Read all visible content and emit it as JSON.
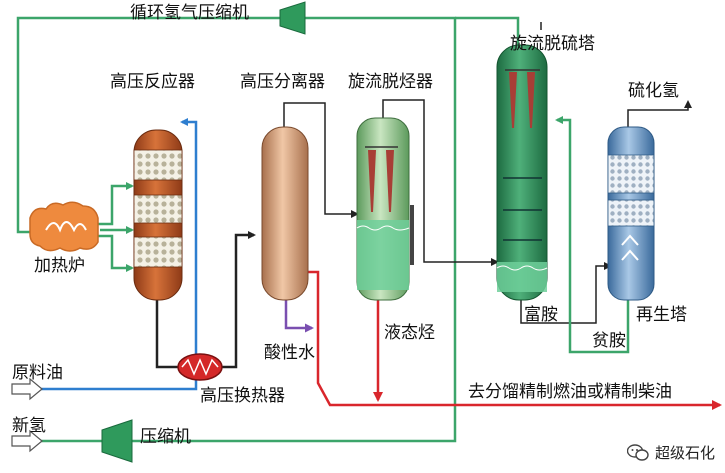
{
  "labels": {
    "recycle_compressor": "循环氢气压缩机",
    "cyclone_desulfurizer": "旋流脱硫塔",
    "hp_reactor": "高压反应器",
    "hp_separator": "高压分离器",
    "cyclone_dehydrocarbon": "旋流脱烃器",
    "h2s": "硫化氢",
    "furnace": "加热炉",
    "rich_amine": "富胺",
    "regenerator": "再生塔",
    "lean_amine": "贫胺",
    "acid_water": "酸性水",
    "liquid_hydrocarbon": "液态烃",
    "feed_oil": "原料油",
    "hp_exchanger": "高压换热器",
    "to_fractionation": "去分馏精制燃油或精制柴油",
    "fresh_h2": "新氢",
    "compressor": "压缩机"
  },
  "watermark": {
    "text": "超级石化",
    "icon": "wechat-icon"
  },
  "colors": {
    "hydrogen_line": "#3ca56a",
    "product_line": "#d9262c",
    "amine_line": "#3ca56a",
    "feed_line": "#2e7ecf",
    "acid_water_line": "#7a4fb0",
    "compressor": "#2f9a5c",
    "reactor": "#b5572a",
    "separator": "#c89a78",
    "dehydrocarbon": "#7cbf7a",
    "desulfurizer": "#2e8a57",
    "regenerator": "#4f7fb0",
    "furnace": "#ee8a3e",
    "exchanger": "#d42828"
  }
}
